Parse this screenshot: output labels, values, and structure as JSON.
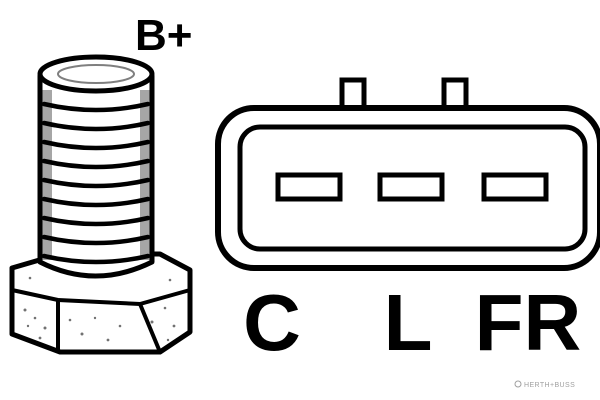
{
  "diagram": {
    "terminal_label": "B+",
    "pins": [
      {
        "label": "C"
      },
      {
        "label": "L"
      },
      {
        "label": "FR"
      }
    ],
    "watermark": "HERTH+BUSS"
  },
  "colors": {
    "ink": "#000000",
    "paper": "#ffffff",
    "watermark": "#a0a0a0"
  }
}
